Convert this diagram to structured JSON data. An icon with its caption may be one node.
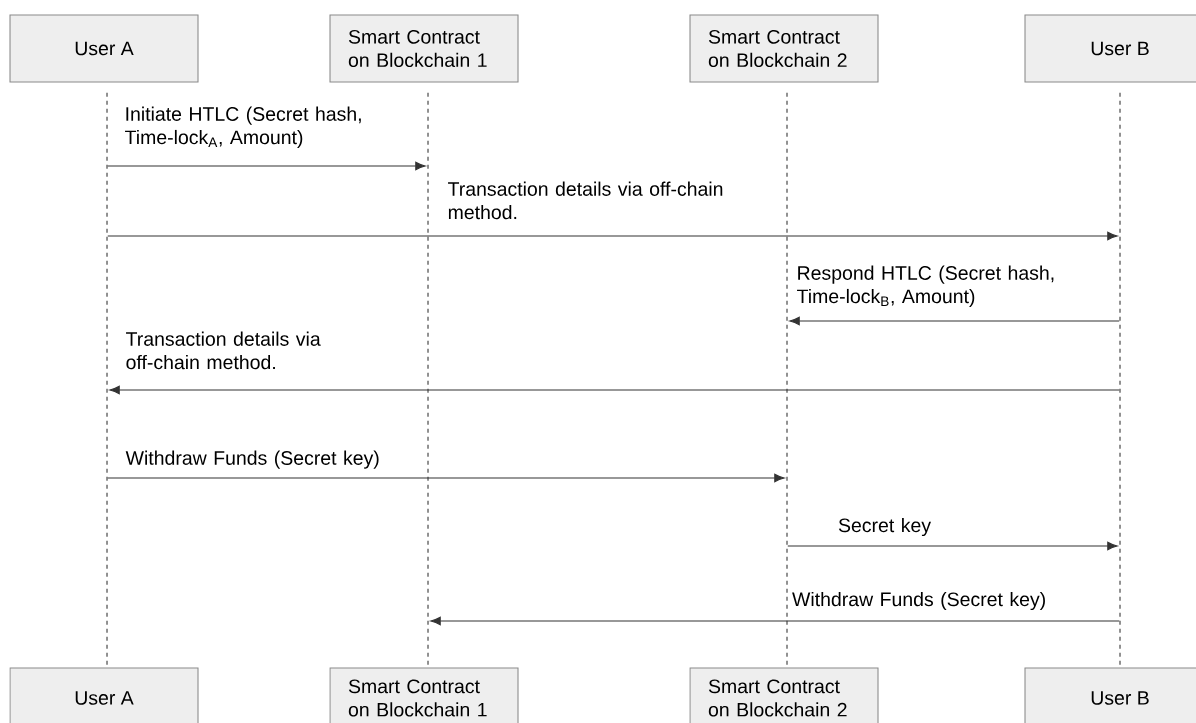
{
  "diagram": {
    "nodes": [
      {
        "text": [
          "User A"
        ]
      },
      {
        "text": [
          "Smart Contract on Blockchain 1"
        ]
      },
      {
        "text": [
          "Smart Contract on Blockchain 2"
        ]
      },
      {
        "text": [
          "User B"
        ]
      },
      {
        "text": [],
        "shape": "line"
      },
      {
        "text": [],
        "shape": "line"
      },
      {
        "text": [],
        "shape": "line"
      },
      {
        "text": [],
        "shape": "line"
      },
      {
        "text": [
          "User A"
        ]
      },
      {
        "text": [
          "Smart Contract on Blockchain 1"
        ]
      },
      {
        "text": [
          "Smart Contract on Blockchain 2"
        ]
      },
      {
        "text": [
          "User B"
        ]
      }
    ],
    "edges": [
      {
        "from": 4,
        "to": 5,
        "arrow": "to",
        "label": "Initiate HTLC (Secret hash, Time-lock$_{A}$, Amount)"
      },
      {
        "from": 4,
        "to": 7,
        "arrow": "to",
        "label": "Transaction details via off-chain method."
      },
      {
        "from": 7,
        "to": 6,
        "arrow": "to",
        "label": "Respond HTLC (Secret hash, Time-lock$_{B}$, Amount)"
      },
      {
        "from": 7,
        "to": 4,
        "arrow": "to",
        "label": "Transaction details via off-chain method."
      },
      {
        "from": 4,
        "to": 6,
        "arrow": "to",
        "label": "Withdraw Funds (Secret key)"
      },
      {
        "from": 6,
        "to": 7,
        "arrow": "to",
        "label": "Secret key"
      },
      {
        "from": 7,
        "to": 5,
        "arrow": "to",
        "label": "Withdraw Funds (Secret key)"
      }
    ]
  }
}
